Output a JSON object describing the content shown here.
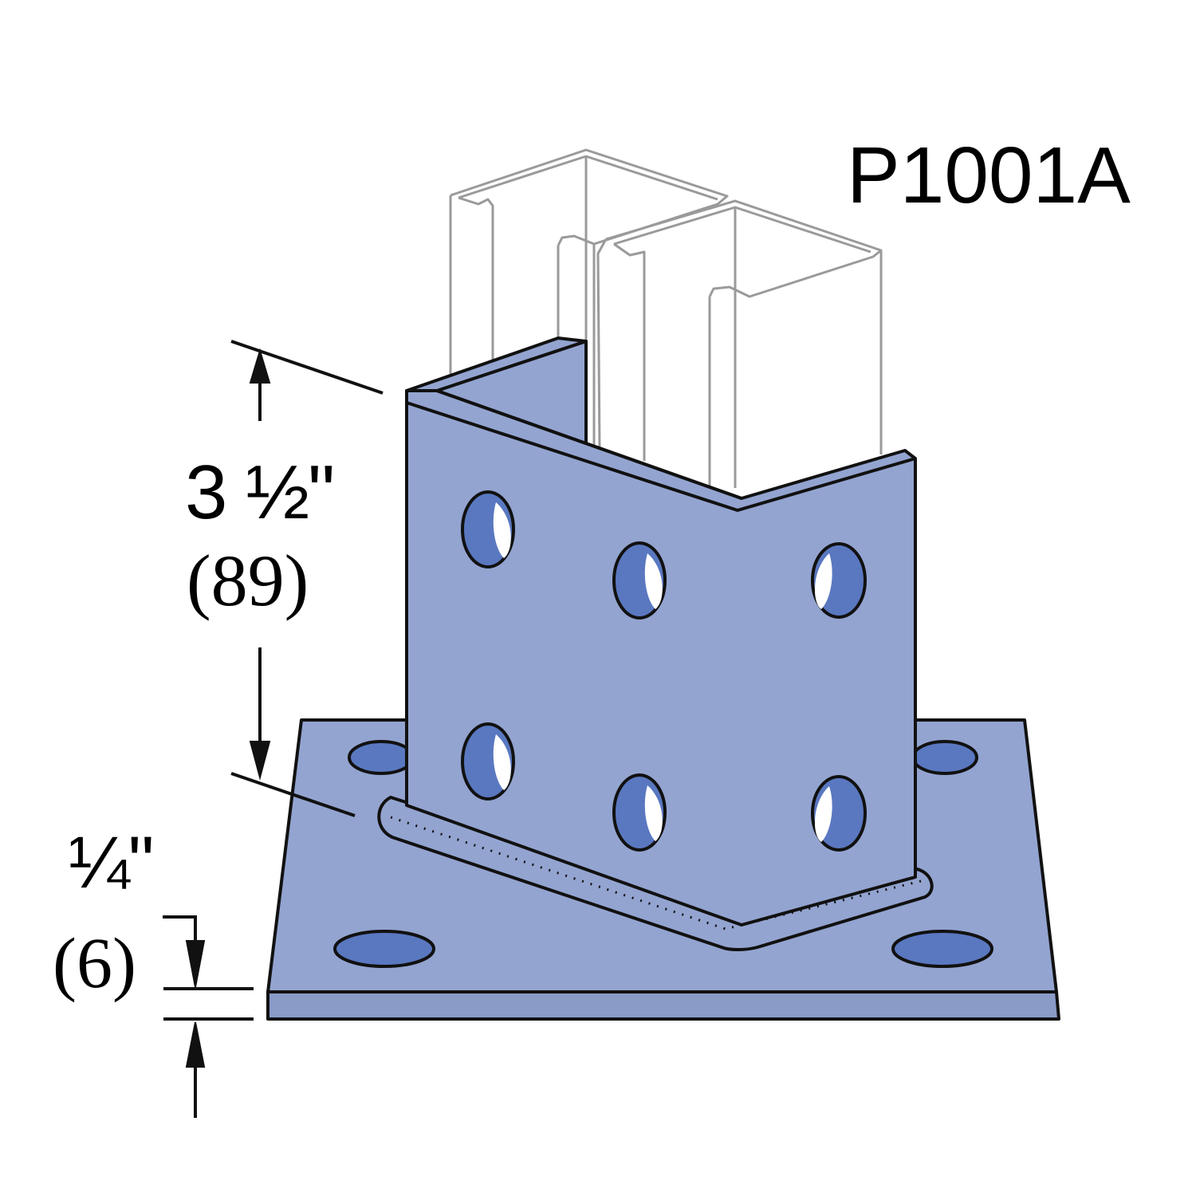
{
  "part_number": "P1001A",
  "dimensions": {
    "height_in": "3 ½\"",
    "height_mm": "(89)",
    "thickness_in": "¼\"",
    "thickness_mm": "(6)"
  },
  "colors": {
    "steel": "#93a4d0",
    "steel_edge": "#8a9bc8",
    "hole": "#5a78c0",
    "outline": "#111111",
    "channel_outline": "#9a9a9a",
    "background": "#ffffff"
  }
}
